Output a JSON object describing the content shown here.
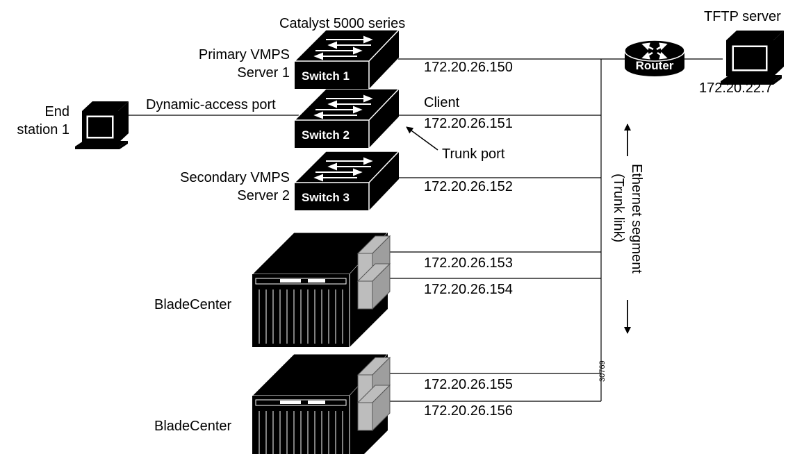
{
  "labels": {
    "catalyst_series": "Catalyst 5000 series",
    "tftp_server": "TFTP server",
    "router": "Router",
    "router_ip": "172.20.22.7",
    "switch1_role_line1": "Primary VMPS",
    "switch1_role_line2": "Server 1",
    "switch1_name": "Switch 1",
    "switch1_ip": "172.20.26.150",
    "end_station_line1": "End",
    "end_station_line2": "station 1",
    "dynamic_access_port": "Dynamic-access port",
    "client": "Client",
    "switch2_name": "Switch 2",
    "switch2_ip": "172.20.26.151",
    "trunk_port": "Trunk port",
    "switch3_role_line1": "Secondary VMPS",
    "switch3_role_line2": "Server 2",
    "switch3_name": "Switch 3",
    "switch3_ip": "172.20.26.152",
    "ethernet_segment": "Ethernet segment",
    "trunk_link": "(Trunk link)",
    "bladecenter1": "BladeCenter",
    "blade1_ip_a": "172.20.26.153",
    "blade1_ip_b": "172.20.26.154",
    "bladecenter2": "BladeCenter",
    "blade2_ip_a": "172.20.26.155",
    "blade2_ip_b": "172.20.26.156",
    "figure_number": "30769"
  },
  "icons": {
    "switch": "switch-icon",
    "router": "router-icon",
    "workstation": "workstation-icon",
    "blade_chassis": "bladecenter-chassis-icon"
  }
}
